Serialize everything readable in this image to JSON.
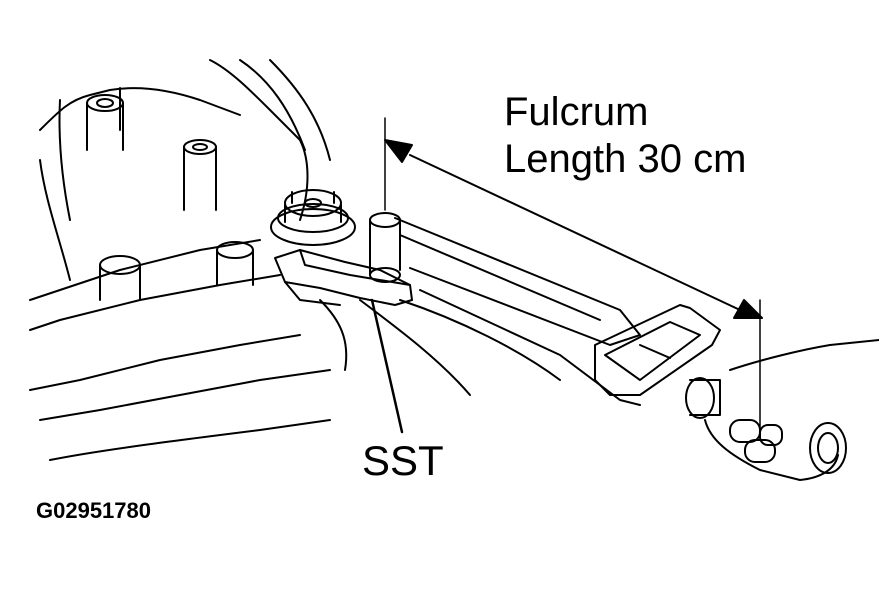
{
  "labels": {
    "fulcrum_line1": "Fulcrum",
    "fulcrum_line2": "Length 30 cm",
    "sst": "SST",
    "figure_id": "G02951780"
  },
  "colors": {
    "line": "#000000",
    "background": "#ffffff"
  }
}
